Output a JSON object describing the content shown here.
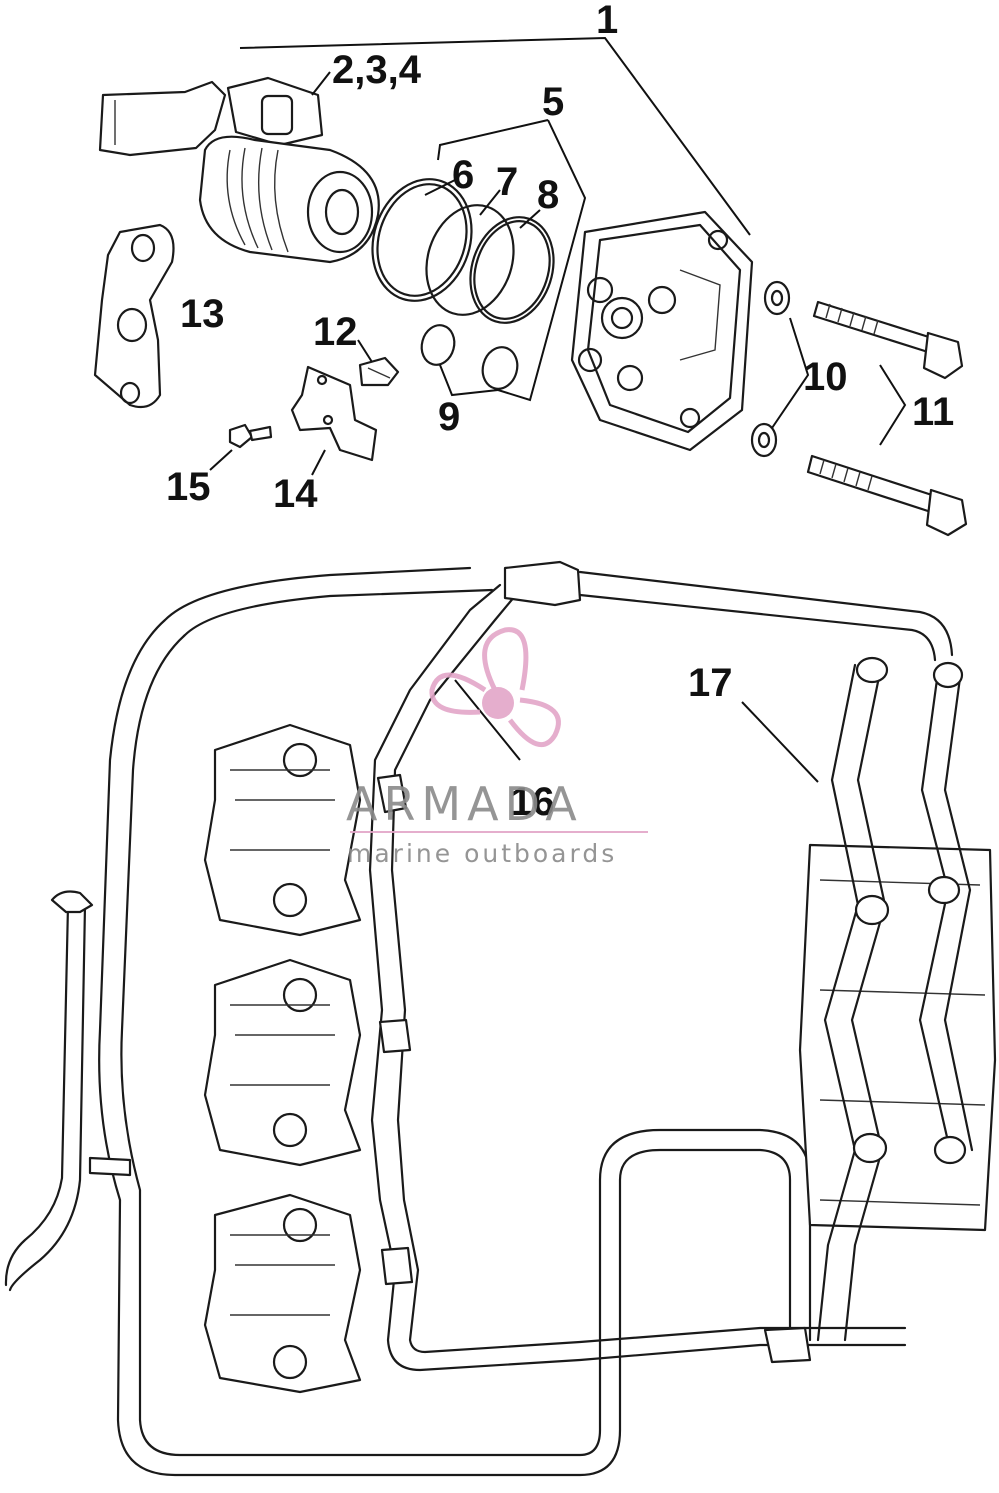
{
  "callouts": [
    {
      "id": "c1",
      "label": "1"
    },
    {
      "id": "c2",
      "label": "2,3,4"
    },
    {
      "id": "c5",
      "label": "5"
    },
    {
      "id": "c6",
      "label": "6"
    },
    {
      "id": "c7",
      "label": "7"
    },
    {
      "id": "c8",
      "label": "8"
    },
    {
      "id": "c9",
      "label": "9"
    },
    {
      "id": "c10",
      "label": "10"
    },
    {
      "id": "c11",
      "label": "11"
    },
    {
      "id": "c12",
      "label": "12"
    },
    {
      "id": "c13",
      "label": "13"
    },
    {
      "id": "c14",
      "label": "14"
    },
    {
      "id": "c15",
      "label": "15"
    },
    {
      "id": "c16",
      "label": "16"
    },
    {
      "id": "c17",
      "label": "17"
    }
  ],
  "watermark": {
    "brand": "ARMADA",
    "tagline": "marine outboards",
    "color": "#e3a6c8"
  }
}
